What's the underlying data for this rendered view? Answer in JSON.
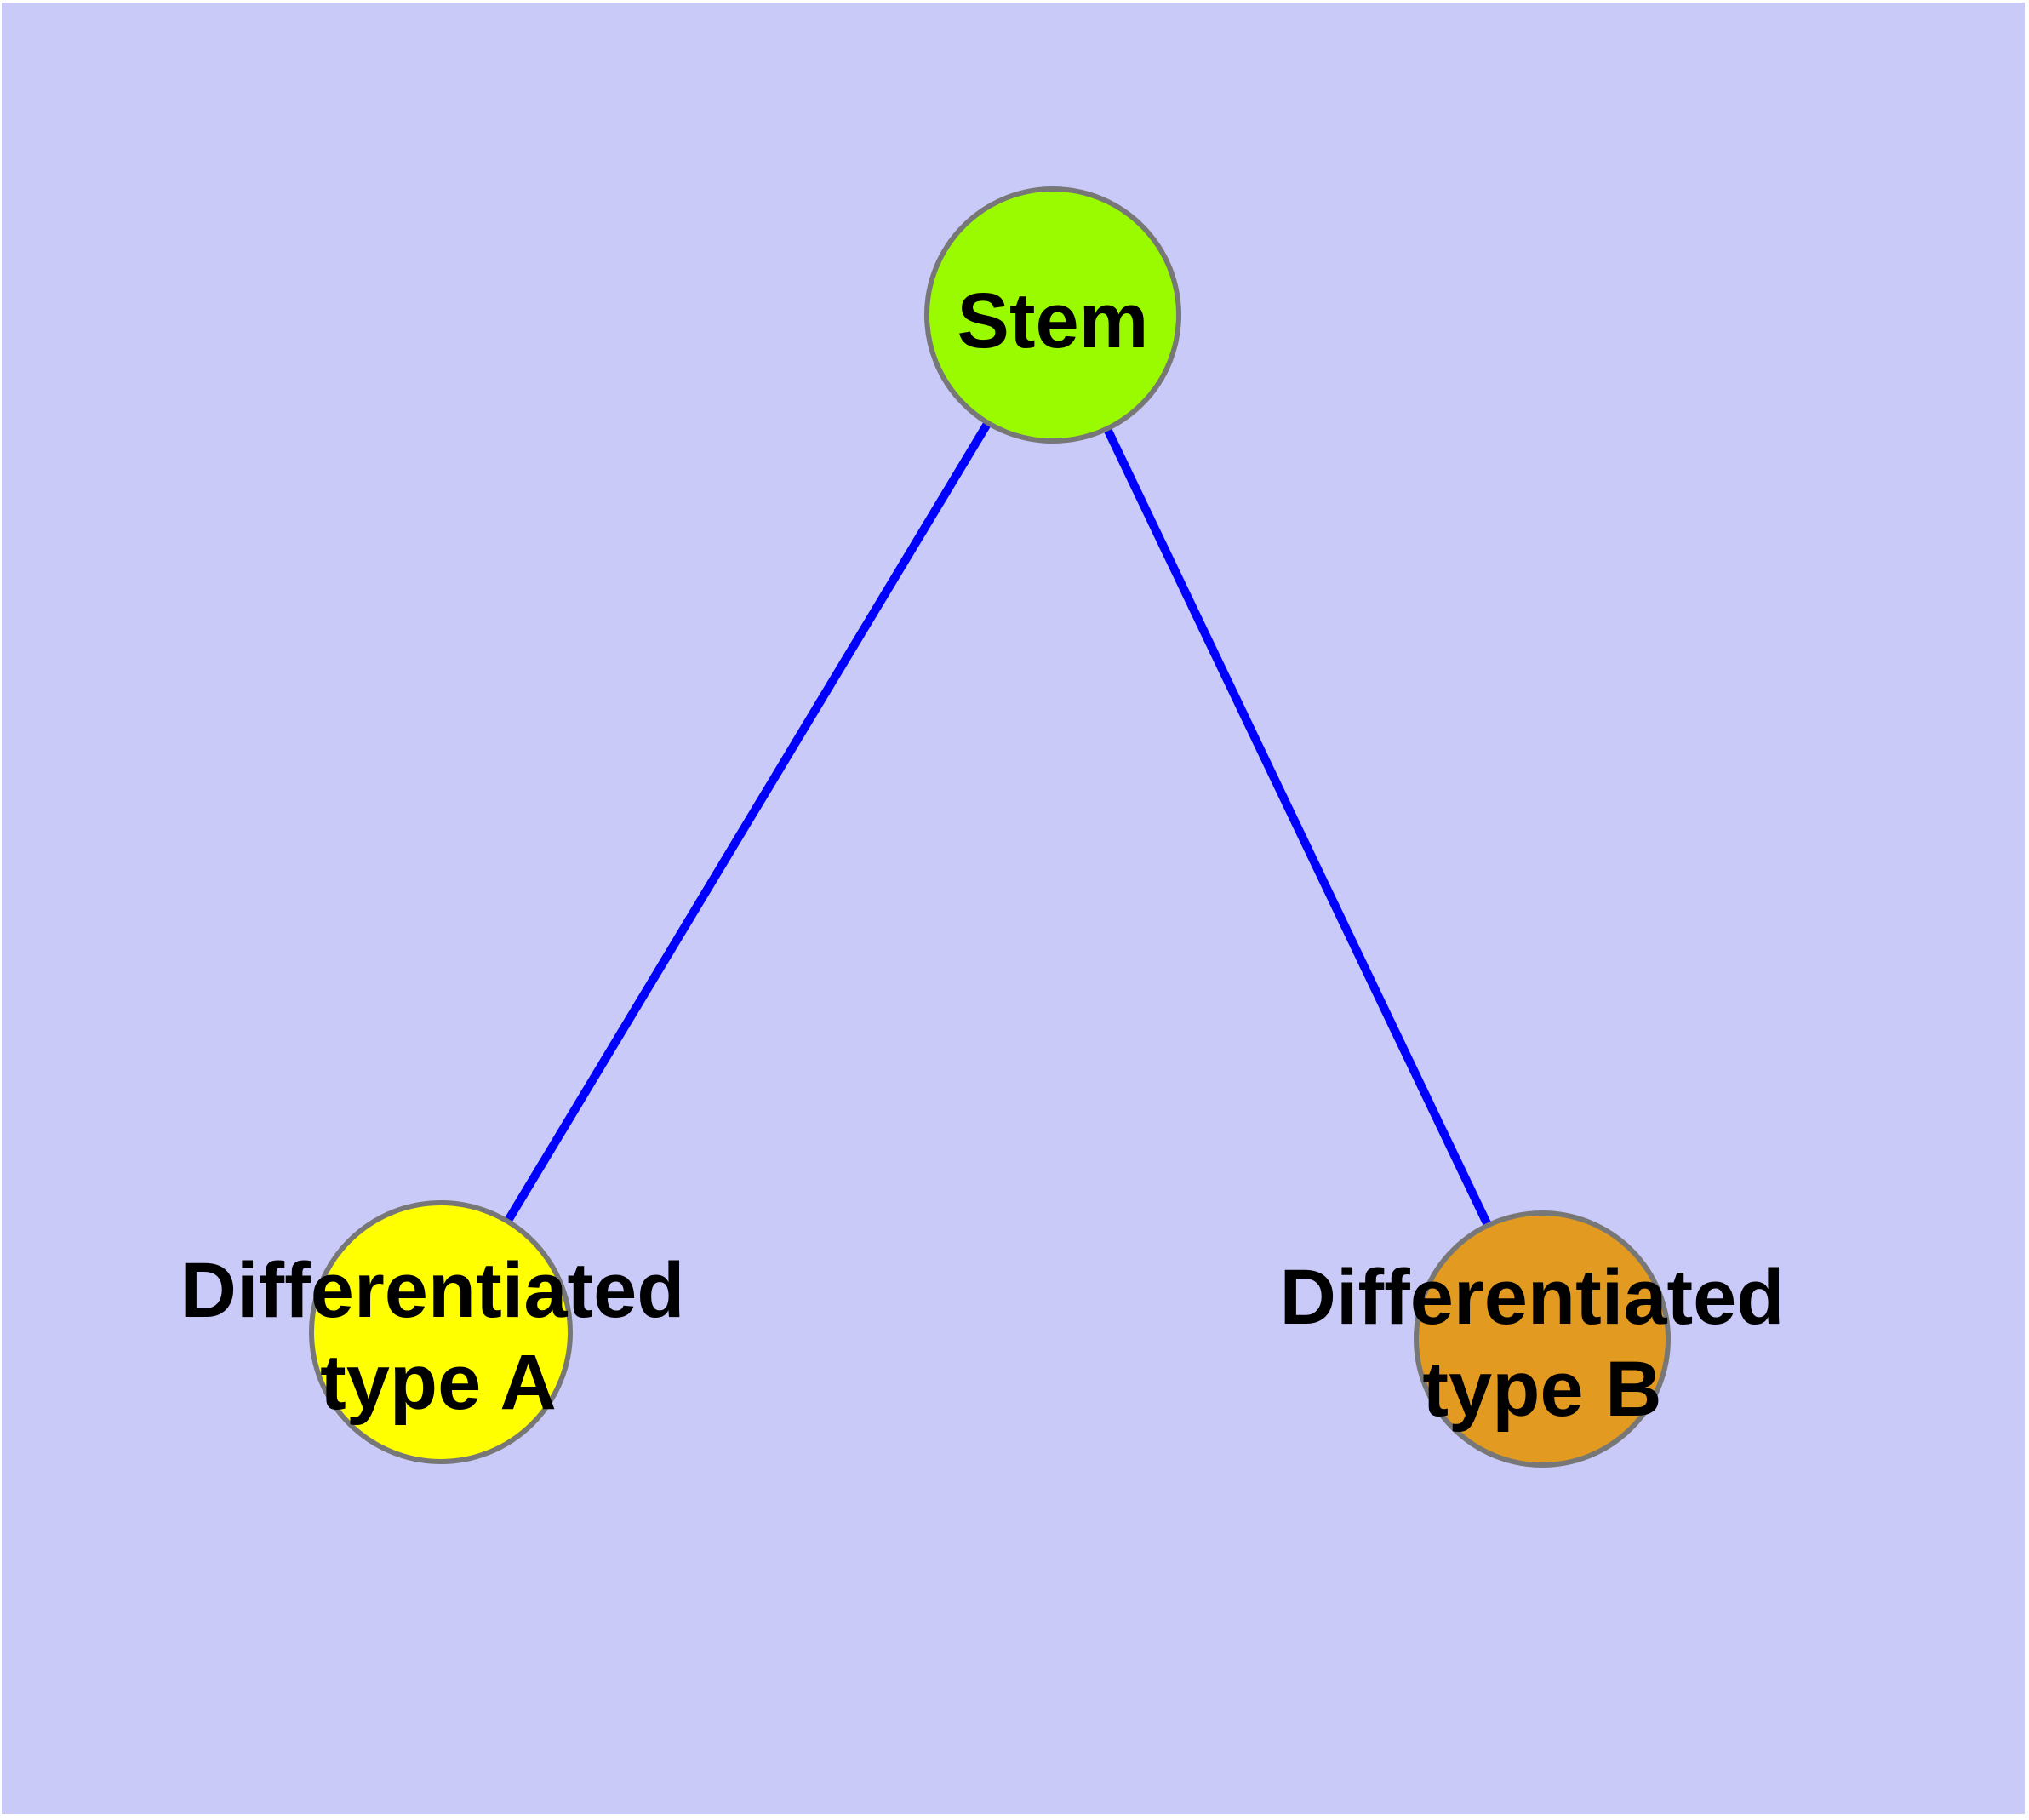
{
  "diagram": {
    "colors": {
      "page_margin": "#FFFFFF",
      "background": "#CACAF8",
      "edge": "#0000FF",
      "node_border": "#777777",
      "label_text": "#000000",
      "stem_fill": "#9AFB00",
      "type_a_fill": "#FFFF00",
      "type_b_fill": "#E29A20"
    },
    "nodes": [
      {
        "id": "stem",
        "label_lines": [
          "Stem"
        ],
        "fill": "#9AFB00"
      },
      {
        "id": "differentiated-type-a",
        "label_lines": [
          "Differentiated",
          "type A"
        ],
        "fill": "#FFFF00"
      },
      {
        "id": "differentiated-type-b",
        "label_lines": [
          "Differentiated",
          "type B"
        ],
        "fill": "#E29A20"
      }
    ],
    "edges": [
      {
        "from": "stem",
        "to": "differentiated-type-a"
      },
      {
        "from": "stem",
        "to": "differentiated-type-b"
      }
    ]
  }
}
